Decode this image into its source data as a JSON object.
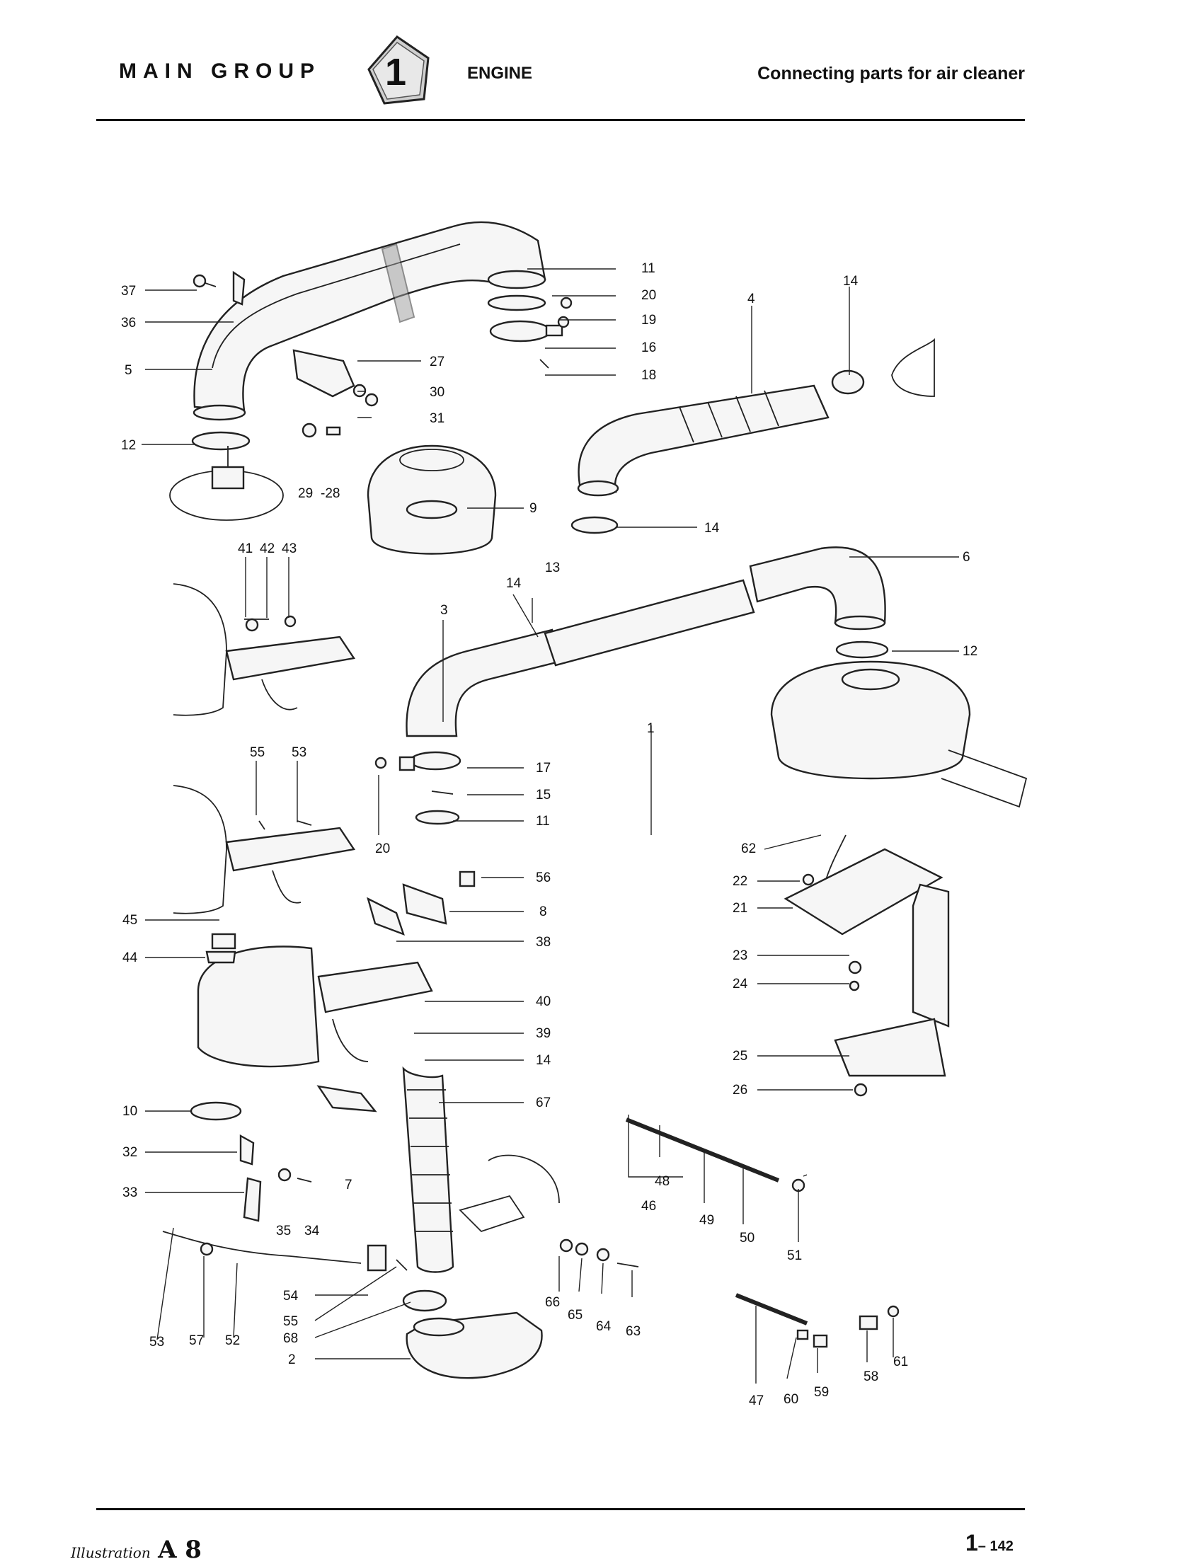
{
  "header": {
    "main_group": "MAIN GROUP",
    "group_number": "1",
    "section": "ENGINE",
    "subtitle": "Connecting parts for air cleaner"
  },
  "footer": {
    "illustration_label": "Illustration",
    "illustration_code": "A 8",
    "page_number": "1",
    "page_suffix": "– 142"
  },
  "callouts": [
    "37",
    "36",
    "5",
    "12",
    "29",
    "-28",
    "27",
    "30",
    "31",
    "11",
    "20",
    "19",
    "16",
    "18",
    "9",
    "14",
    "4",
    "14",
    "14",
    "6",
    "13",
    "3",
    "12",
    "41",
    "42",
    "43",
    "55",
    "53",
    "17",
    "15",
    "11",
    "20",
    "1",
    "62",
    "56",
    "8",
    "38",
    "22",
    "21",
    "23",
    "24",
    "45",
    "44",
    "40",
    "39",
    "14",
    "67",
    "10",
    "32",
    "33",
    "35",
    "34",
    "7",
    "25",
    "26",
    "48",
    "46",
    "49",
    "50",
    "51",
    "53",
    "57",
    "52",
    "54",
    "55",
    "68",
    "2",
    "66",
    "65",
    "64",
    "63",
    "47",
    "60",
    "59",
    "58",
    "61"
  ]
}
